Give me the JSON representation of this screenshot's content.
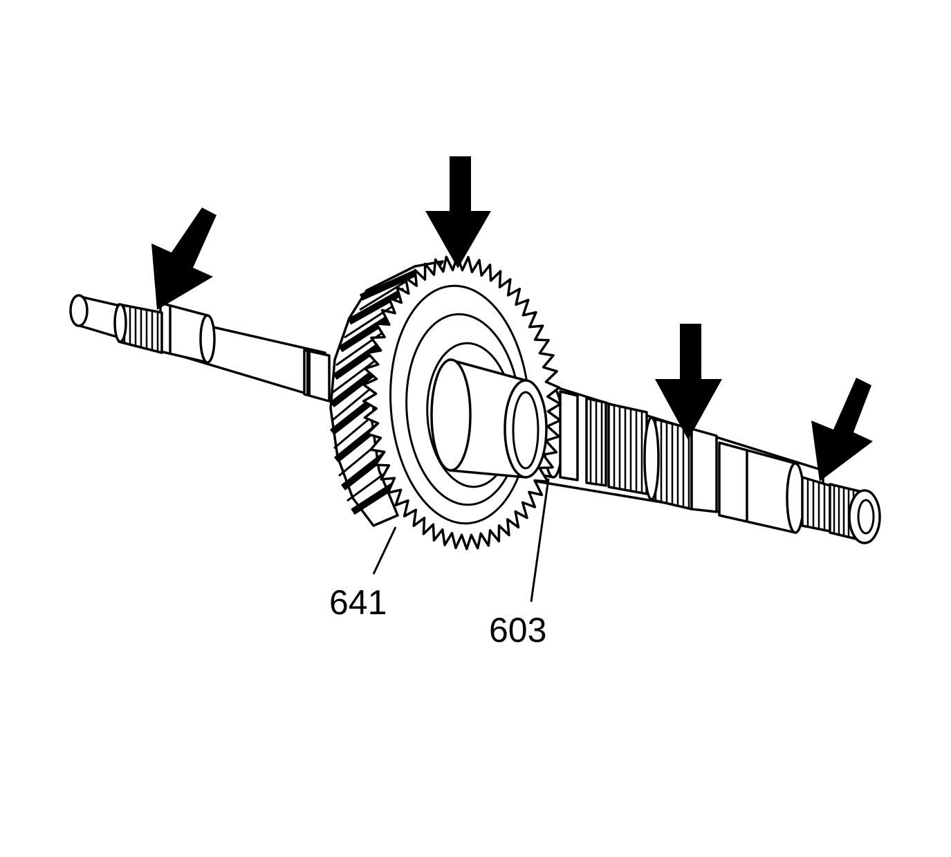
{
  "diagram": {
    "part_callouts": [
      {
        "id": "gear",
        "label": "641"
      },
      {
        "id": "shaft",
        "label": "603"
      }
    ],
    "inspection_arrows": [
      {
        "target": "left-shaft-spline"
      },
      {
        "target": "gear-teeth"
      },
      {
        "target": "center-shaft-spline"
      },
      {
        "target": "right-shaft-spline"
      }
    ],
    "colors": {
      "ink": "#000000",
      "paper": "#ffffff"
    }
  }
}
